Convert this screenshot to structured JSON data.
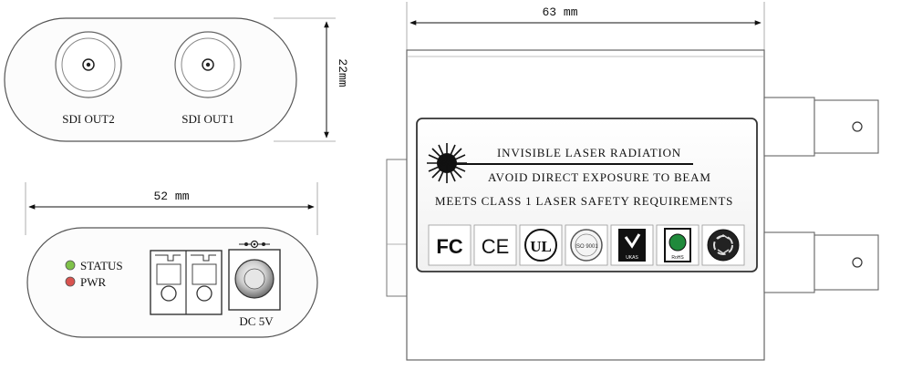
{
  "top_view": {
    "port_labels": [
      "SDI OUT2",
      "SDI OUT1"
    ],
    "height_dimension": "22mm"
  },
  "bottom_view": {
    "width_dimension": "52 mm",
    "leds": [
      {
        "label": "STATUS",
        "color": "#7fc24a"
      },
      {
        "label": "PWR",
        "color": "#d9534f"
      }
    ],
    "power_label": "DC 5V"
  },
  "side_view": {
    "length_dimension": "63 mm",
    "warning_label": {
      "line1": "INVISIBLE LASER RADIATION",
      "line2": "AVOID DIRECT EXPOSURE TO BEAM",
      "line3": "MEETS CLASS 1 LASER SAFETY REQUIREMENTS"
    },
    "certifications": [
      "FC",
      "CE",
      "UL",
      "ISO 9001",
      "UKAS",
      "RoHS",
      "recycle"
    ]
  }
}
